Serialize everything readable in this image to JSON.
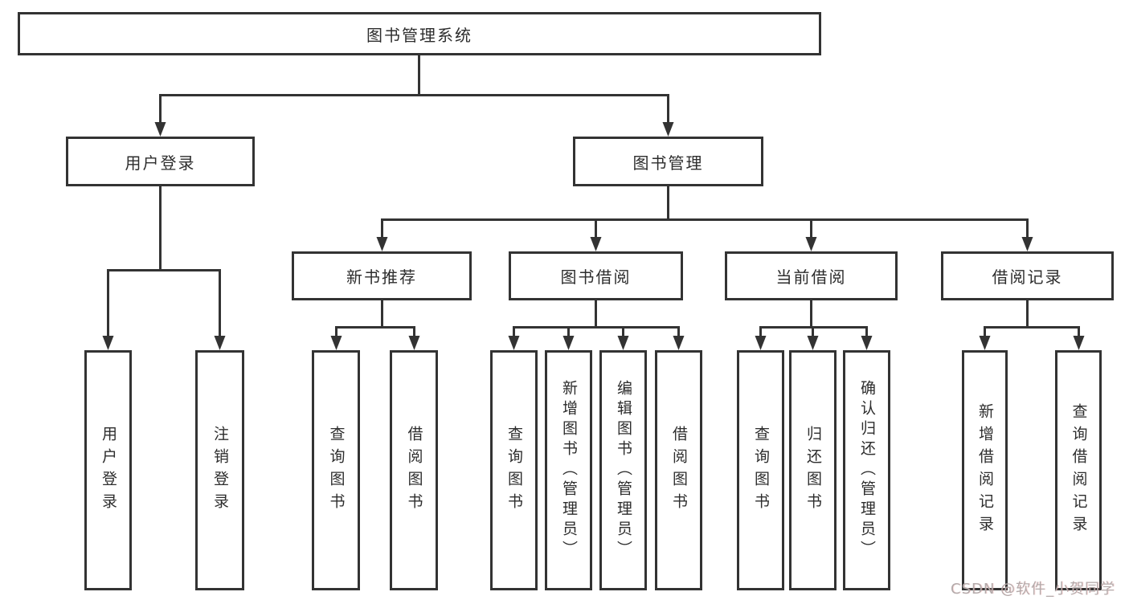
{
  "tree": {
    "label": "图书管理系统",
    "children": [
      {
        "label": "用户登录",
        "children": [
          {
            "label": "用户登录"
          },
          {
            "label": "注销登录"
          }
        ]
      },
      {
        "label": "图书管理",
        "children": [
          {
            "label": "新书推荐",
            "children": [
              {
                "label": "查询图书"
              },
              {
                "label": "借阅图书"
              }
            ]
          },
          {
            "label": "图书借阅",
            "children": [
              {
                "label": "查询图书"
              },
              {
                "label": "新增图书（管理员）"
              },
              {
                "label": "编辑图书（管理员）"
              },
              {
                "label": "借阅图书"
              }
            ]
          },
          {
            "label": "当前借阅",
            "children": [
              {
                "label": "查询图书"
              },
              {
                "label": "归还图书"
              },
              {
                "label": "确认归还（管理员）"
              }
            ]
          },
          {
            "label": "借阅记录",
            "children": [
              {
                "label": "新增借阅记录"
              },
              {
                "label": "查询借阅记录"
              }
            ]
          }
        ]
      }
    ]
  },
  "watermark": "CSDN @软件_小贺同学",
  "colors": {
    "line": "#333333",
    "text": "#2d2d2d",
    "watermark": "#b3abab",
    "background": "#ffffff"
  }
}
